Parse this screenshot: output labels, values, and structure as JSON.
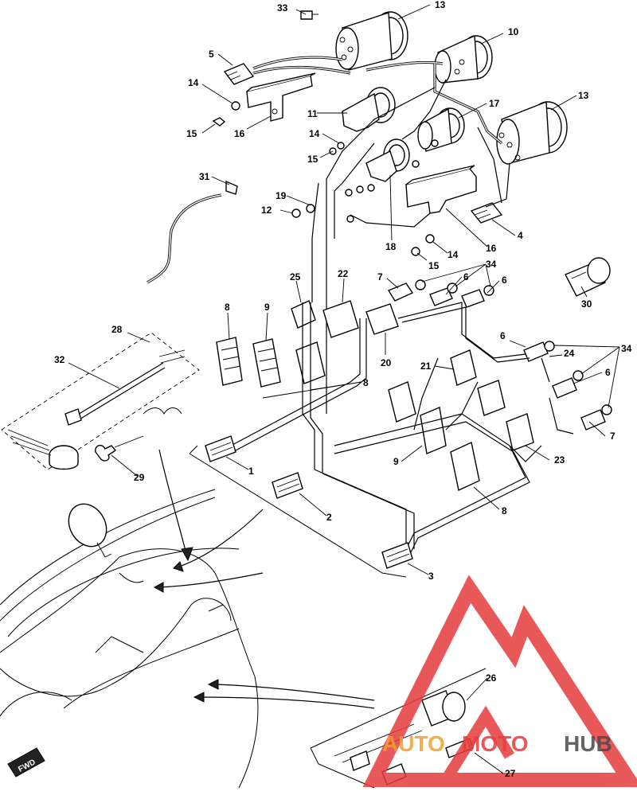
{
  "callouts": [
    {
      "id": "c1",
      "text": "33"
    },
    {
      "id": "c2",
      "text": "13"
    },
    {
      "id": "c3",
      "text": "10"
    },
    {
      "id": "c4",
      "text": "5"
    },
    {
      "id": "c5",
      "text": "14"
    },
    {
      "id": "c6",
      "text": "15"
    },
    {
      "id": "c7",
      "text": "16"
    },
    {
      "id": "c8",
      "text": "11"
    },
    {
      "id": "c9",
      "text": "17"
    },
    {
      "id": "c10",
      "text": "13"
    },
    {
      "id": "c11",
      "text": "14"
    },
    {
      "id": "c12",
      "text": "15"
    },
    {
      "id": "c13",
      "text": "31"
    },
    {
      "id": "c14",
      "text": "19"
    },
    {
      "id": "c15",
      "text": "12"
    },
    {
      "id": "c16",
      "text": "18"
    },
    {
      "id": "c17",
      "text": "16"
    },
    {
      "id": "c18",
      "text": "4"
    },
    {
      "id": "c19",
      "text": "15"
    },
    {
      "id": "c20",
      "text": "14"
    },
    {
      "id": "c21",
      "text": "34"
    },
    {
      "id": "c22",
      "text": "25"
    },
    {
      "id": "c23",
      "text": "22"
    },
    {
      "id": "c24",
      "text": "7"
    },
    {
      "id": "c25",
      "text": "6"
    },
    {
      "id": "c26",
      "text": "6"
    },
    {
      "id": "c27",
      "text": "30"
    },
    {
      "id": "c28",
      "text": "8"
    },
    {
      "id": "c29",
      "text": "9"
    },
    {
      "id": "c30",
      "text": "28"
    },
    {
      "id": "c31",
      "text": "20"
    },
    {
      "id": "c32",
      "text": "6"
    },
    {
      "id": "c33",
      "text": "24"
    },
    {
      "id": "c34",
      "text": "34"
    },
    {
      "id": "c35",
      "text": "32"
    },
    {
      "id": "c36",
      "text": "21"
    },
    {
      "id": "c37",
      "text": "8"
    },
    {
      "id": "c38",
      "text": "6"
    },
    {
      "id": "c39",
      "text": "7"
    },
    {
      "id": "c40",
      "text": "9"
    },
    {
      "id": "c41",
      "text": "23"
    },
    {
      "id": "c42",
      "text": "29"
    },
    {
      "id": "c43",
      "text": "1"
    },
    {
      "id": "c44",
      "text": "2"
    },
    {
      "id": "c45",
      "text": "8"
    },
    {
      "id": "c46",
      "text": "3"
    },
    {
      "id": "c47",
      "text": "26"
    },
    {
      "id": "c48",
      "text": "27"
    }
  ],
  "direction_badge": "FWD",
  "watermark": {
    "brand_part1": "AUTO",
    "brand_part2": "MOTO",
    "brand_part3": "HUB",
    "color_red": "#e63c3c",
    "color_dark": "#4a4a4a",
    "color_orange": "#f0a030"
  }
}
